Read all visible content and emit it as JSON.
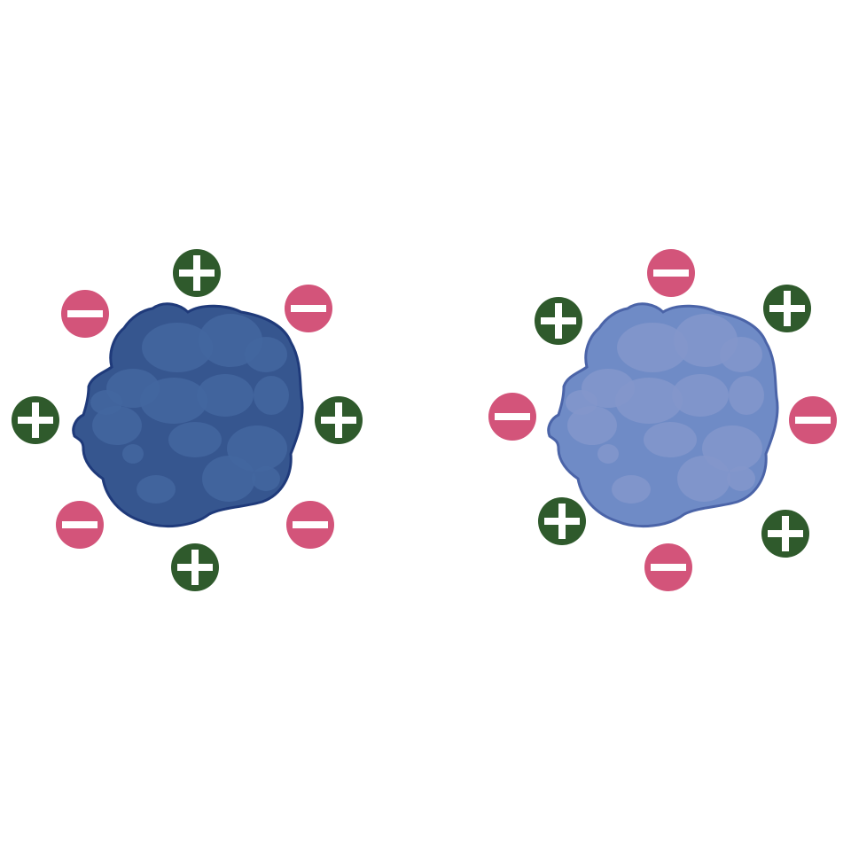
{
  "colors": {
    "plus": "#2f5a2c",
    "minus": "#d3547a",
    "sign": "#ffffff",
    "protein_left_fill": "#36568f",
    "protein_left_lobe": "#4366a0",
    "protein_left_outline": "#1f3a7a",
    "protein_right_fill": "#6f8bc6",
    "protein_right_lobe": "#8496cb",
    "protein_right_outline": "#4b64a8"
  },
  "molecules": [
    {
      "name": "left-protein",
      "charges": [
        "plus",
        "minus",
        "plus",
        "minus",
        "plus",
        "minus",
        "plus",
        "minus"
      ]
    },
    {
      "name": "right-protein",
      "charges": [
        "minus",
        "plus",
        "minus",
        "plus",
        "minus",
        "plus",
        "minus",
        "plus"
      ]
    }
  ],
  "icons": {
    "plus": "plus-icon",
    "minus": "minus-icon"
  }
}
